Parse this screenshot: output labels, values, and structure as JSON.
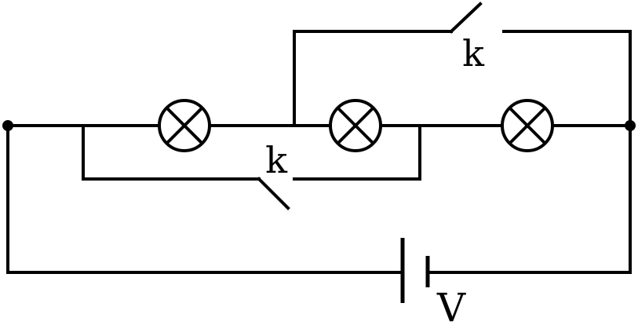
{
  "labels": {
    "switch_top": "k",
    "switch_bottom": "k",
    "battery": "V"
  },
  "colors": {
    "line": "#000000",
    "background": "#ffffff"
  }
}
